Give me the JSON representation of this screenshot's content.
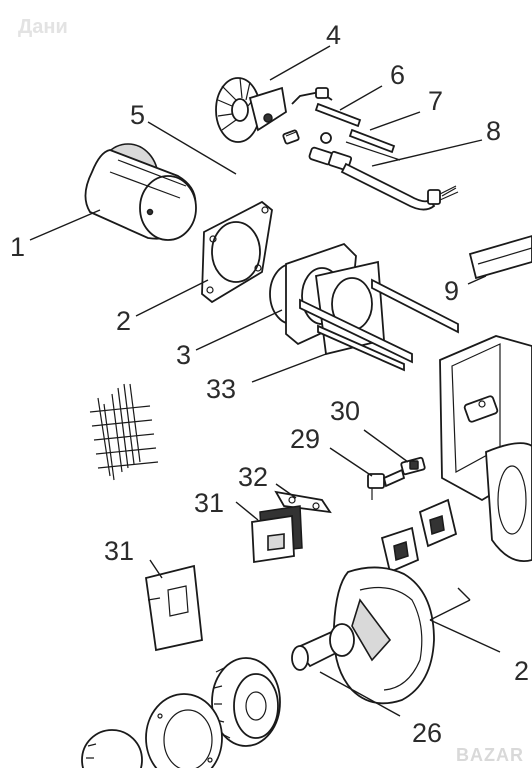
{
  "watermark_text": "Дани",
  "brand_text": "BAZAR",
  "part_labels": [
    "4",
    "6",
    "5",
    "7",
    "8",
    "1",
    "2",
    "9",
    "3",
    "33",
    "30",
    "29",
    "32",
    "31",
    "31",
    "2",
    "26"
  ]
}
